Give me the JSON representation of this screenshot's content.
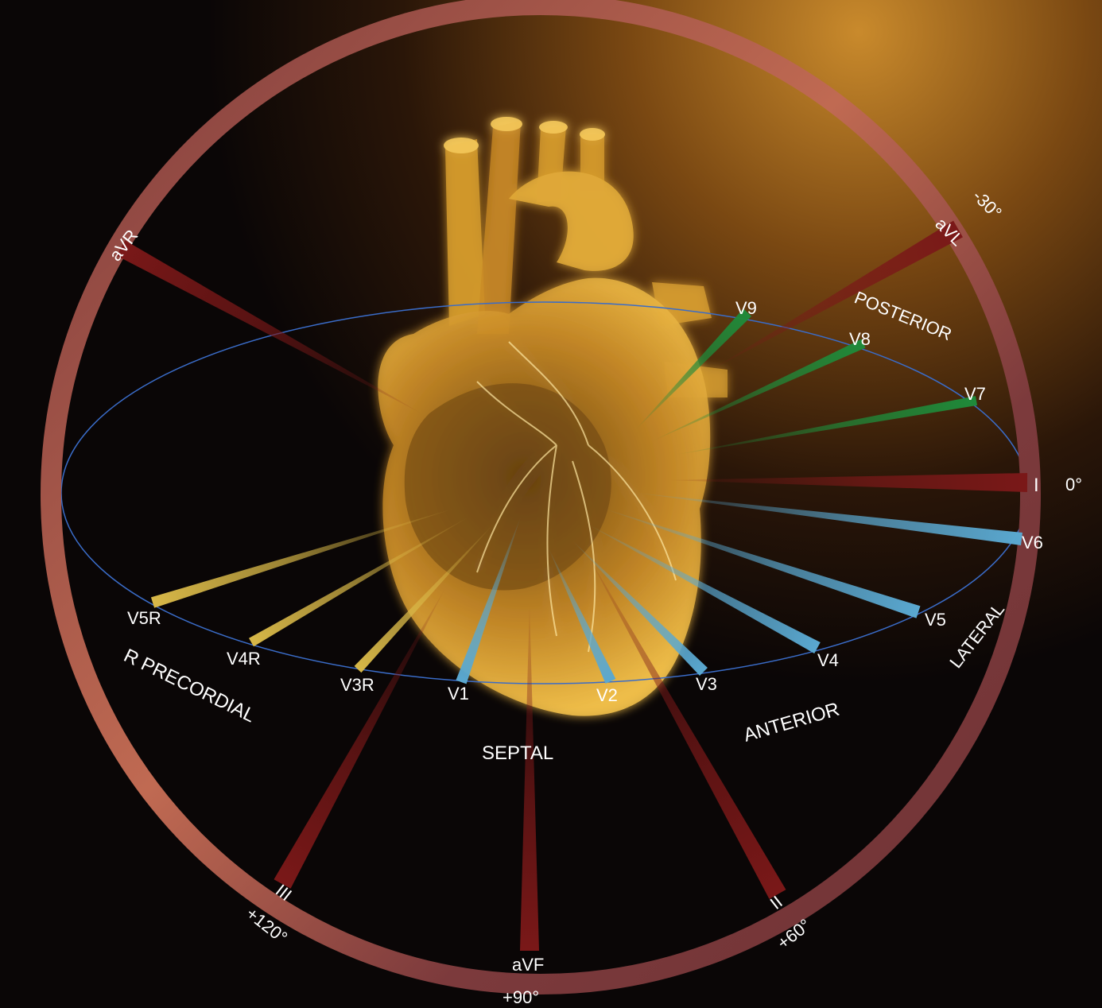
{
  "colors": {
    "background": "#0a0606",
    "glow": "#b0721e",
    "ring": "#7c3a3c",
    "ring_highlight": "#c06a52",
    "limb_lead": "#7a1818",
    "posterior_lead": "#1f8a3a",
    "anterior_lead": "#5aa8d0",
    "right_lead": "#d8b848",
    "horizontal_plane": "#3a6cc8",
    "heart": "#e0a830"
  },
  "limb_leads": [
    {
      "label": "I",
      "angle": "0°"
    },
    {
      "label": "aVL",
      "angle": "-30°"
    },
    {
      "label": "aVR",
      "angle": ""
    },
    {
      "label": "II",
      "angle": "+60°"
    },
    {
      "label": "aVF",
      "angle": "+90°"
    },
    {
      "label": "III",
      "angle": "+120°"
    }
  ],
  "precordial_leads": [
    "V1",
    "V2",
    "V3",
    "V4",
    "V5",
    "V6",
    "V7",
    "V8",
    "V9",
    "V3R",
    "V4R",
    "V5R"
  ],
  "regions": {
    "posterior": "POSTERIOR",
    "lateral": "LATERAL",
    "anterior": "ANTERIOR",
    "septal": "SEPTAL",
    "right_precordial": "R PRECORDIAL"
  }
}
